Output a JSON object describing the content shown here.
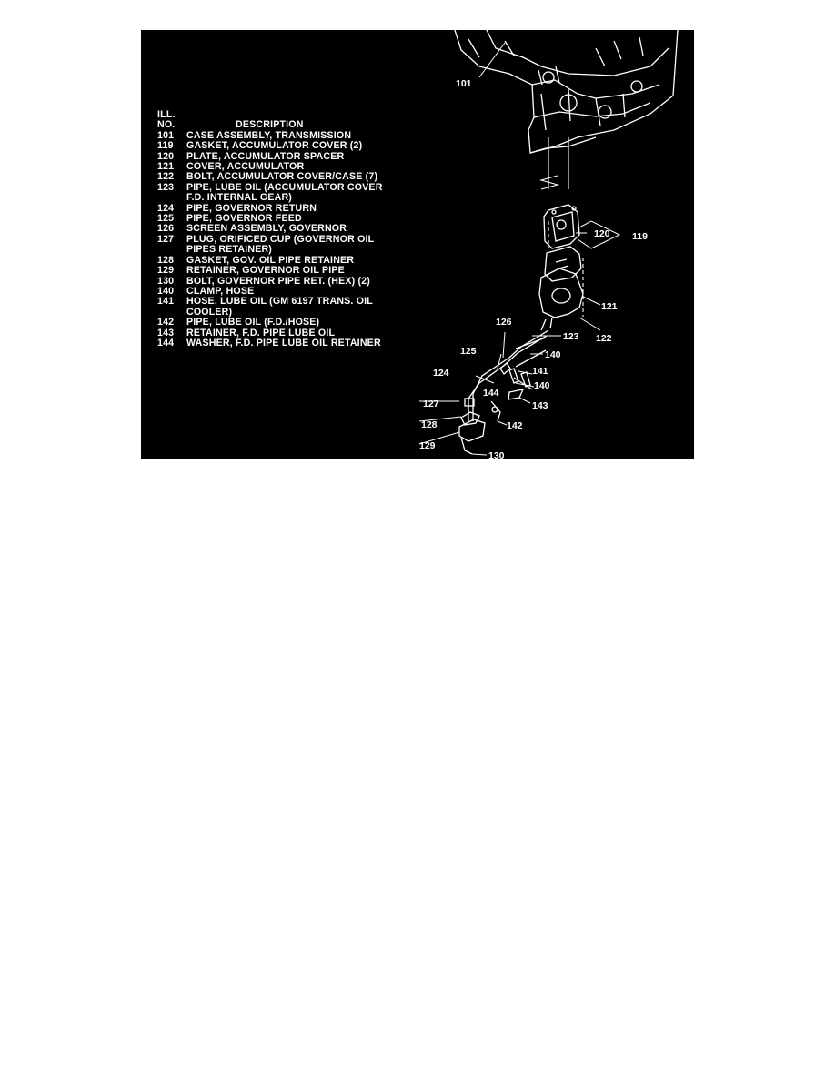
{
  "legend": {
    "header_ill": "ILL.",
    "header_no": "NO.",
    "header_desc": "DESCRIPTION",
    "items": [
      {
        "no": "101",
        "desc": "CASE ASSEMBLY, TRANSMISSION"
      },
      {
        "no": "119",
        "desc": "GASKET, ACCUMULATOR COVER (2)"
      },
      {
        "no": "120",
        "desc": "PLATE, ACCUMULATOR SPACER"
      },
      {
        "no": "121",
        "desc": "COVER, ACCUMULATOR"
      },
      {
        "no": "122",
        "desc": "BOLT, ACCUMULATOR COVER/CASE (7)"
      },
      {
        "no": "123",
        "desc": "PIPE, LUBE OIL (ACCUMULATOR COVER",
        "cont": "F.D. INTERNAL GEAR)"
      },
      {
        "no": "124",
        "desc": "PIPE, GOVERNOR RETURN"
      },
      {
        "no": "125",
        "desc": "PIPE, GOVERNOR FEED"
      },
      {
        "no": "126",
        "desc": "SCREEN ASSEMBLY, GOVERNOR"
      },
      {
        "no": "127",
        "desc": "PLUG, ORIFICED CUP (GOVERNOR OIL",
        "cont": "PIPES RETAINER)"
      },
      {
        "no": "128",
        "desc": "GASKET, GOV. OIL PIPE RETAINER"
      },
      {
        "no": "129",
        "desc": "RETAINER, GOVERNOR OIL PIPE"
      },
      {
        "no": "130",
        "desc": "BOLT, GOVERNOR PIPE RET. (HEX) (2)"
      },
      {
        "no": "140",
        "desc": "CLAMP, HOSE"
      },
      {
        "no": "141",
        "desc": "HOSE, LUBE OIL (GM 6197 TRANS. OIL",
        "cont": "COOLER)"
      },
      {
        "no": "142",
        "desc": "PIPE, LUBE OIL (F.D./HOSE)"
      },
      {
        "no": "143",
        "desc": "RETAINER, F.D. PIPE LUBE OIL"
      },
      {
        "no": "144",
        "desc": "WASHER, F.D. PIPE LUBE OIL RETAINER"
      }
    ]
  },
  "callouts": {
    "c101": "101",
    "c119": "119",
    "c120": "120",
    "c121": "121",
    "c122": "122",
    "c123": "123",
    "c124": "124",
    "c125": "125",
    "c126": "126",
    "c127": "127",
    "c128": "128",
    "c129": "129",
    "c130": "130",
    "c140a": "140",
    "c140b": "140",
    "c141": "141",
    "c142": "142",
    "c143": "143",
    "c144": "144"
  },
  "colors": {
    "background": "#000000",
    "ink": "#ffffff",
    "page": "#ffffff"
  }
}
